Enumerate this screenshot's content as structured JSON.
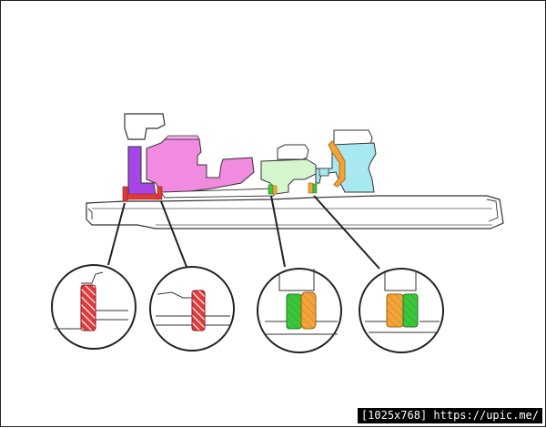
{
  "watermark": "[1025x768] https://upic.me/",
  "parts": [
    {
      "name": "purple-bearing-housing",
      "color": "#a646e6"
    },
    {
      "name": "pink-gear-body",
      "color": "#f08be0"
    },
    {
      "name": "green-bearing-block",
      "color": "#d5f5cc"
    },
    {
      "name": "cyan-housing",
      "color": "#a8e8f0"
    },
    {
      "name": "orange-clip",
      "color": "#f2a33a"
    }
  ],
  "details": [
    {
      "name": "detail-red-seal-left",
      "seal_color": "#e23a3a",
      "style": "hatched-single"
    },
    {
      "name": "detail-red-seal-right",
      "seal_color": "#e23a3a",
      "style": "hatched-single"
    },
    {
      "name": "detail-green-seal",
      "seal_color": "#3bc63b",
      "accent_color": "#f2a33a",
      "style": "double"
    },
    {
      "name": "detail-orange-seal",
      "seal_color": "#f2a33a",
      "accent_color": "#3bc63b",
      "style": "double"
    }
  ],
  "colors": {
    "outline": "#333333",
    "shaft_fill": "#ffffff",
    "red": "#e23a3a",
    "green": "#3bc63b",
    "orange": "#f2a33a"
  }
}
